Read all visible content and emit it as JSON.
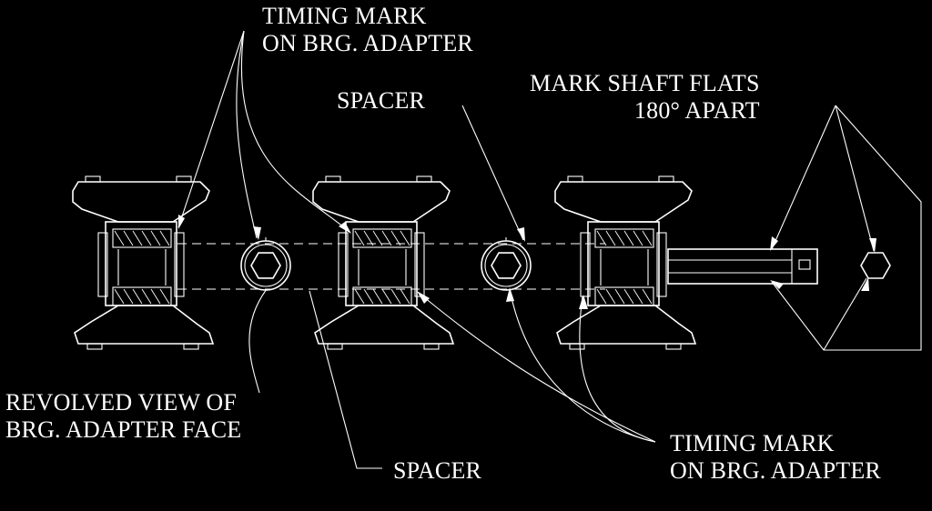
{
  "labels": {
    "timing_mark_top": {
      "line1": "TIMING MARK",
      "line2": "ON BRG. ADAPTER"
    },
    "spacer_top": "SPACER",
    "mark_shaft": {
      "line1": "MARK SHAFT FLATS",
      "line2": "180° APART"
    },
    "revolved_view": {
      "line1": "REVOLVED VIEW OF",
      "line2": "BRG. ADAPTER FACE"
    },
    "spacer_bottom": "SPACER",
    "timing_mark_bottom": {
      "line1": "TIMING MARK",
      "line2": "ON BRG. ADAPTER"
    }
  },
  "colors": {
    "background": "#000000",
    "line": "#ffffff"
  }
}
